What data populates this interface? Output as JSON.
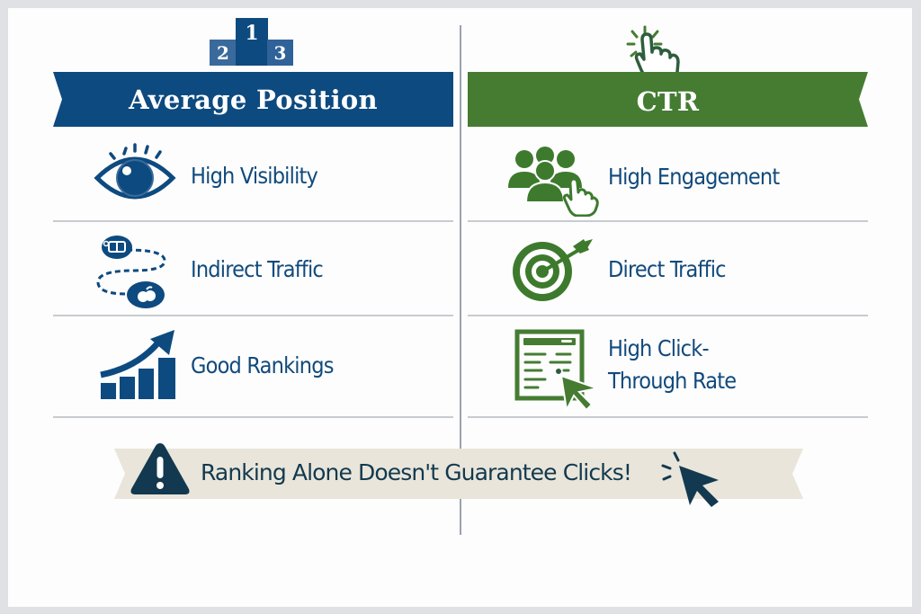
{
  "colors": {
    "position_blue": "#0d4a7f",
    "ctr_green": "#457c32",
    "label_blue": "#114a7c",
    "alert_banner_bg": "#e9e5da",
    "alert_navy": "#12394f",
    "divider": "#9aa3ae"
  },
  "left_column": {
    "header_icon": "podium-icon",
    "podium": {
      "first": "1",
      "second": "2",
      "third": "3"
    },
    "title": "Average Position",
    "items": [
      {
        "icon": "eye-icon",
        "label": "High Visibility"
      },
      {
        "icon": "indirect-path-icon",
        "label": "Indirect Traffic"
      },
      {
        "icon": "rising-bar-chart-icon",
        "label": "Good Rankings"
      }
    ]
  },
  "right_column": {
    "header_icon": "tap-hand-icon",
    "title": "CTR",
    "items": [
      {
        "icon": "people-tap-icon",
        "label": "High Engagement"
      },
      {
        "icon": "target-arrow-icon",
        "label": "Direct Traffic"
      },
      {
        "icon": "webpage-cursor-icon",
        "label_line1": "High Click-",
        "label_line2": "Through Rate"
      }
    ]
  },
  "alert": {
    "icon": "warning-icon",
    "text": "Ranking Alone Doesn't Guarantee Clicks!",
    "trailing_icon": "cursor-click-icon"
  }
}
